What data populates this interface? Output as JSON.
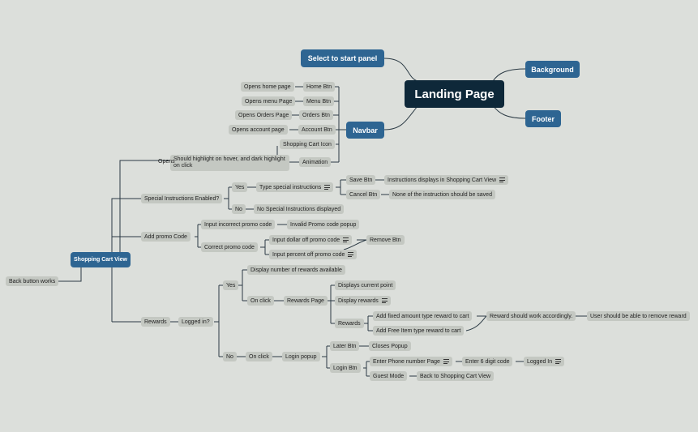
{
  "root": {
    "label": "Landing Page"
  },
  "main": {
    "select_panel": "Select to start panel",
    "background": "Background",
    "footer": "Footer",
    "navbar": "Navbar",
    "cart_view": "Shopping Cart View"
  },
  "nodes": {
    "home_btn": "Home Btn",
    "opens_home": "Opens home page",
    "menu_btn": "Menu Btn",
    "opens_menu": "Opens menu Page",
    "orders_btn": "Orders Btn",
    "opens_orders": "Opens Orders Page",
    "account_btn": "Account Btn",
    "opens_account": "Opens account page",
    "cart_icon": "Shopping Cart Icon",
    "animation": "Animation",
    "highlight": "Should highlight on hover, and dark highlight on click",
    "opens": "Opens",
    "back_button": "Back button works",
    "special_enabled": "Special Instructions Enabled?",
    "yes1": "Yes",
    "type_special": "Type special instructions",
    "save_btn": "Save Btn",
    "instr_display": "Instructions displays in Shopping Cart View",
    "cancel_btn": "Cancel Btn",
    "none_saved": "None of the instruction should be saved",
    "no1": "No",
    "no_special": "No Special Instructions displayed",
    "add_promo": "Add promo Code",
    "input_incorrect": "Input incorrect promo code",
    "invalid_popup": "Invalid Promo code popup",
    "correct_promo": "Correct promo code",
    "input_dollar": "Input dollar off promo code",
    "remove_btn": "Remove Btn",
    "input_percent": "Input percent off promo code",
    "rewards": "Rewards",
    "logged_in_q": "Logged in?",
    "yes2": "Yes",
    "display_num_rewards": "Display number of rewards available",
    "on_click1": "On click",
    "rewards_page": "Rewards Page",
    "displays_current": "Displays current point",
    "display_rewards": "Display rewards",
    "rewards2": "Rewards",
    "add_fixed": "Add fixed amount type reward to cart",
    "add_free": "Add Free Item type reward to cart",
    "reward_work": "Reward should work accordingly.",
    "user_remove": "User should be able to remove reward",
    "no2": "No",
    "on_click2": "On click",
    "login_popup": "Login popup",
    "later_btn": "Later Btn",
    "closes_popup": "Closes Popup",
    "login_btn": "Login Btn",
    "enter_phone": "Enter Phone number Page",
    "enter_6": "Enter 6 digit code",
    "logged_in": "Logged In",
    "guest_mode": "Guest Mode",
    "back_cart": "Back to Shopping Cart View"
  },
  "colors": {
    "background": "#dcdfdb",
    "topic": "#c4c8c2",
    "main": "#2e6592",
    "root": "#0e2839",
    "line": "#2b3a44"
  }
}
